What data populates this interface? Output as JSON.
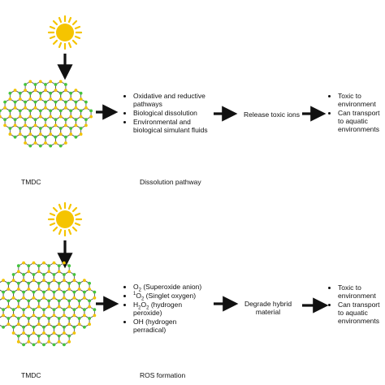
{
  "colors": {
    "sun": "#f5c400",
    "lattice_line": "#5a5a5a",
    "atom_green": "#43c43b",
    "atom_yellow": "#f2c300",
    "arrow": "#111111"
  },
  "icons": {
    "sun": "sun-icon"
  },
  "rows": [
    {
      "material_label": "TMDC",
      "pathway_label": "Dissolution pathway",
      "mechanisms": [
        "Oxidative and reductive pathways",
        "Biological dissolution",
        "Environmental and biological simulant fluids"
      ],
      "process_label": "Release toxic ions",
      "effects": [
        "Toxic to environment",
        "Can transport to aquatic environments"
      ]
    },
    {
      "material_label": "TMDC",
      "pathway_label": "ROS formation",
      "mechanisms": [
        "O2 (Superoxide anion)",
        "1O2 (Singlet oxygen)",
        "H2O2 (hydrogen peroxide)",
        "OH (hydrogen perradical)"
      ],
      "process_label": "Degrade hybrid material",
      "effects": [
        "Toxic to environment",
        "Can transport to aquatic environments"
      ]
    }
  ]
}
